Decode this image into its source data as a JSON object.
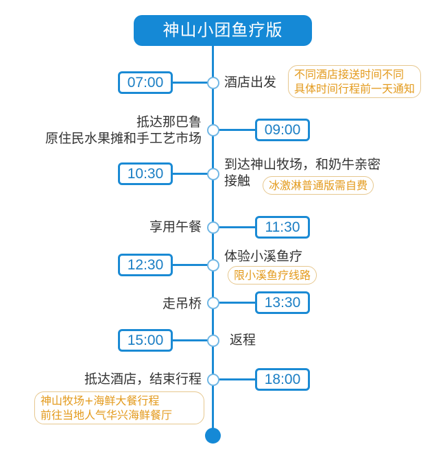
{
  "title": "神山小团鱼疗版",
  "colors": {
    "accent": "#1589d6",
    "note_text": "#e39a1c",
    "note_border": "#e6c78e"
  },
  "events": [
    {
      "time": "07:00",
      "lines": [
        "酒店出发"
      ],
      "note": [
        "不同酒店接送时间不同",
        "具体时间行程前一天通知"
      ]
    },
    {
      "time": "09:00",
      "lines": [
        "抵达那巴鲁",
        "原住民水果摊和手工艺市场"
      ]
    },
    {
      "time": "10:30",
      "lines": [
        "到达神山牧场，和奶牛亲密",
        "接触"
      ],
      "note": [
        "冰激淋普通版需自费"
      ]
    },
    {
      "time": "11:30",
      "lines": [
        "享用午餐"
      ]
    },
    {
      "time": "12:30",
      "lines": [
        "体验小溪鱼疗"
      ],
      "note": [
        "限小溪鱼疗线路"
      ]
    },
    {
      "time": "13:30",
      "lines": [
        "走吊桥"
      ]
    },
    {
      "time": "15:00",
      "lines": [
        "返程"
      ]
    },
    {
      "time": "18:00",
      "lines": [
        "抵达酒店，结束行程"
      ],
      "note": [
        "神山牧场+海鲜大餐行程",
        "前往当地人气华兴海鲜餐厅"
      ]
    }
  ]
}
